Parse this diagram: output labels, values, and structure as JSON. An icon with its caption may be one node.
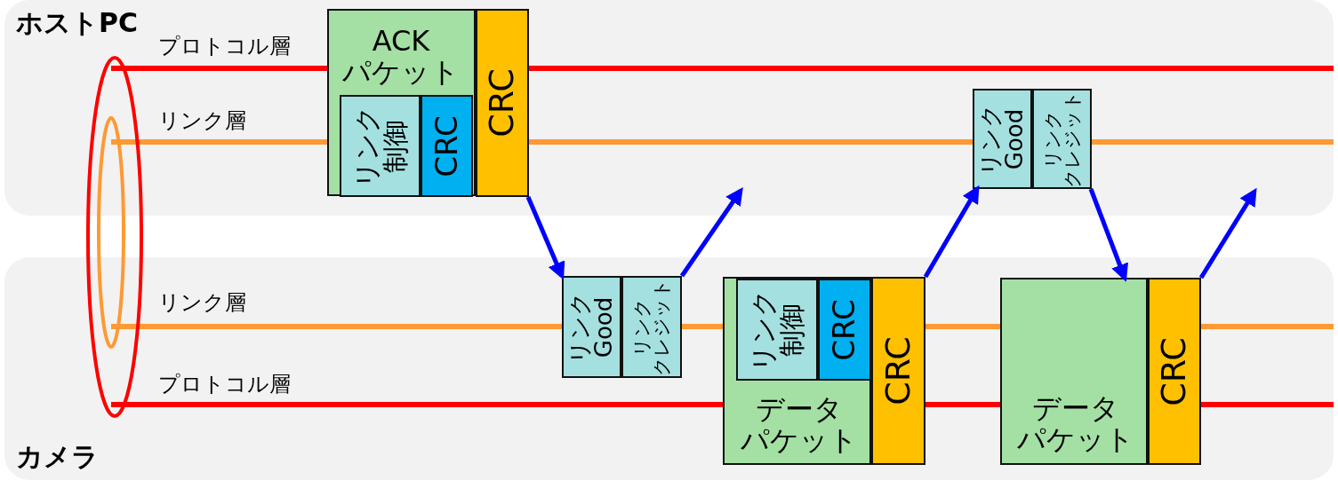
{
  "diagram": {
    "nodes": [
      {
        "text": [
          "ホストPC"
        ]
      },
      {
        "text": [
          "ACK パケット"
        ],
        "in": 0
      },
      {
        "text": [
          "リンク制御"
        ],
        "in": 1
      },
      {
        "text": [
          "CRC"
        ],
        "in": 1
      },
      {
        "text": [
          "CRC"
        ],
        "in": 0
      },
      {
        "text": [
          "リンク Good"
        ],
        "in": 0
      },
      {
        "text": [
          "リンククレジット"
        ],
        "in": 0
      },
      {
        "text": [
          "カメラ"
        ]
      },
      {
        "text": [
          "リンク Good"
        ],
        "in": 7
      },
      {
        "text": [
          "リンククレジット"
        ],
        "in": 7
      },
      {
        "text": [
          "データパケット"
        ],
        "in": 7
      },
      {
        "text": [
          "リンク制御"
        ],
        "in": 10
      },
      {
        "text": [
          "CRC"
        ],
        "in": 10
      },
      {
        "text": [
          "CRC"
        ],
        "in": 7
      },
      {
        "text": [
          "データパケット"
        ],
        "in": 7
      },
      {
        "text": [
          "CRC"
        ],
        "in": 7
      }
    ],
    "edges": [
      {
        "from": 4,
        "to": 8,
        "arrow": "to"
      },
      {
        "from": 9,
        "to": 0,
        "arrow": "to"
      },
      {
        "from": 13,
        "to": 5,
        "arrow": "to"
      },
      {
        "from": 6,
        "to": 14,
        "arrow": "to"
      },
      {
        "from": 15,
        "to": 0,
        "arrow": "to"
      }
    ],
    "labels": [
      "プロトコル層",
      "リンク層",
      "リンク層",
      "プロトコル層"
    ]
  }
}
